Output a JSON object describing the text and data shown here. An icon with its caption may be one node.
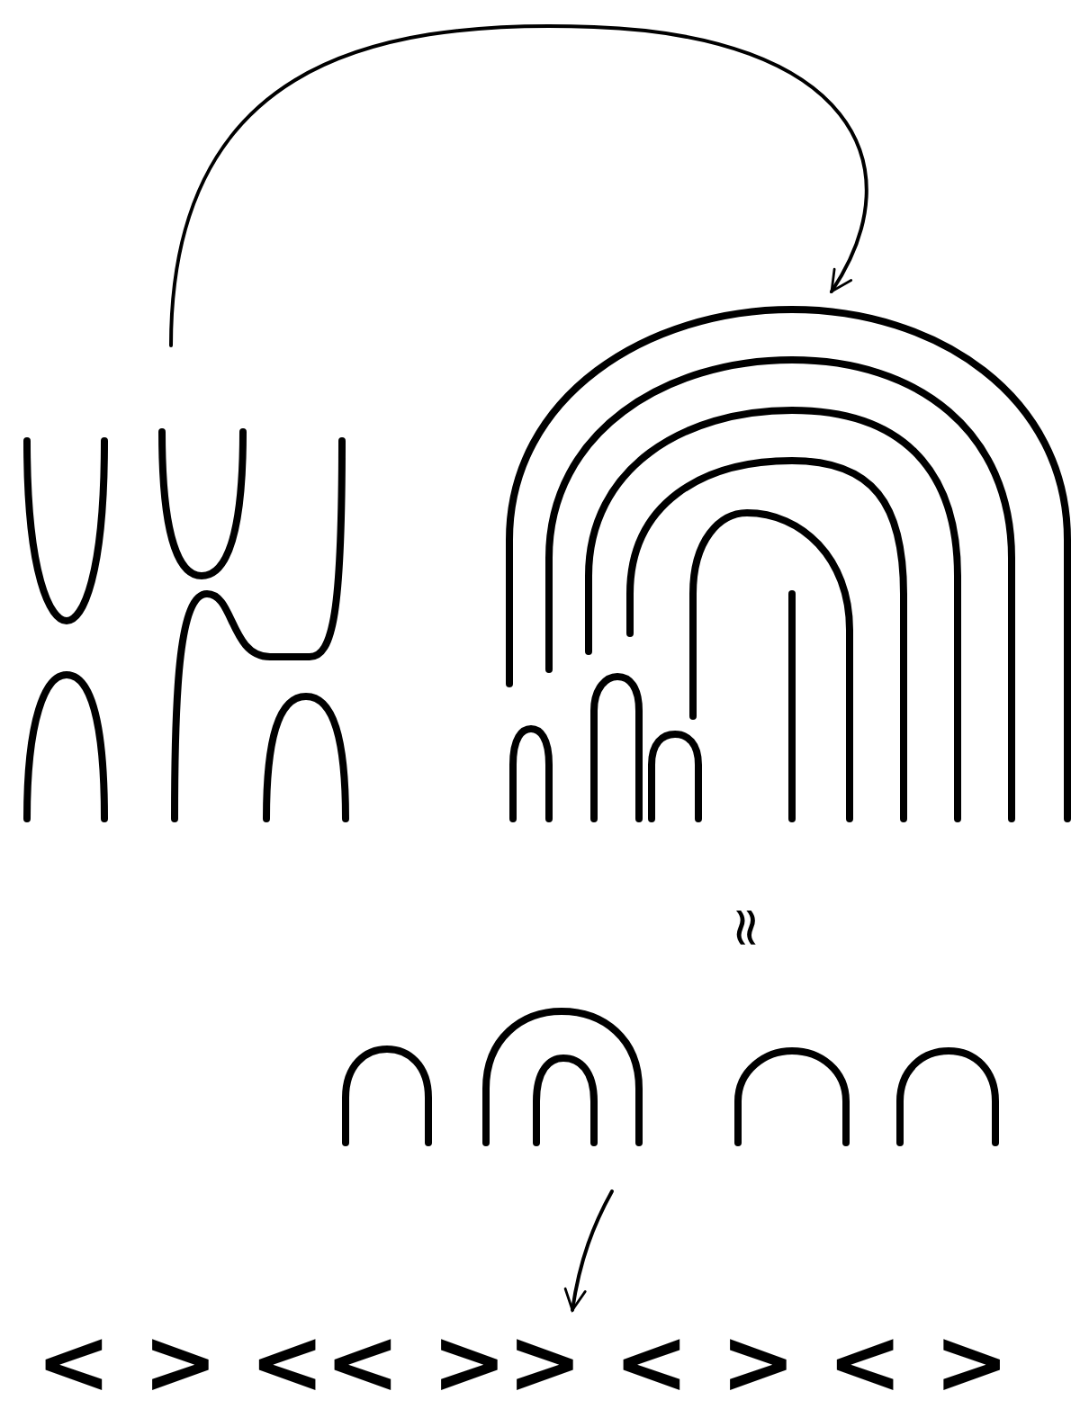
{
  "diagram": {
    "nodes": [
      {
        "text": [],
        "shape": "picture"
      },
      {
        "text": [],
        "shape": "picture"
      },
      {
        "text": [],
        "shape": "picture"
      },
      {
        "text": [
          "< > << >> < > < >"
        ]
      }
    ],
    "edges": [
      {
        "from": 0,
        "to": 1,
        "arrow": "to"
      },
      {
        "from": 2,
        "to": 3,
        "arrow": "to"
      }
    ],
    "labels": [
      "≈"
    ]
  }
}
